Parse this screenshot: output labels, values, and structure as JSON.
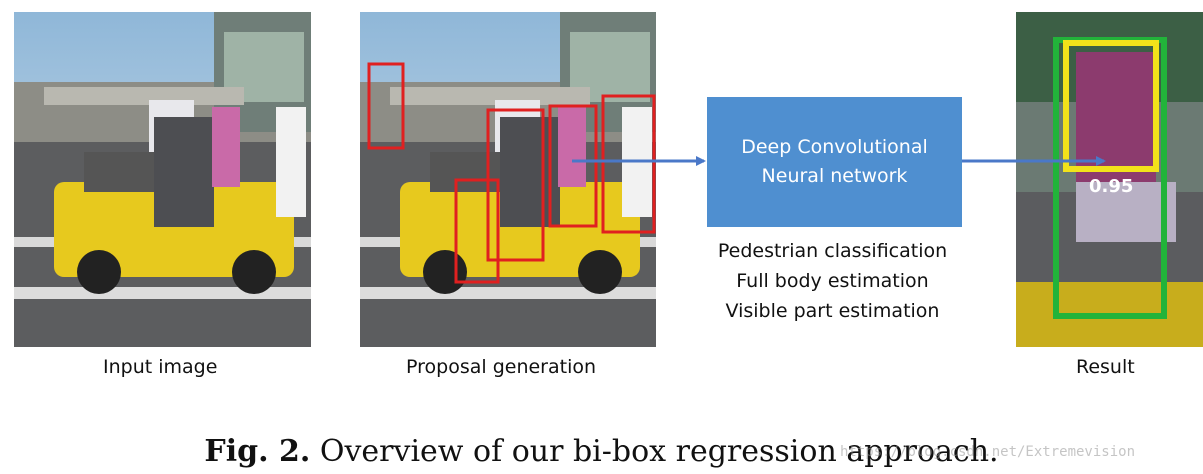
{
  "panels": {
    "input_label": "Input image",
    "proposal_label": "Proposal generation",
    "result_label": "Result"
  },
  "network": {
    "title_line1": "Deep Convolutional",
    "title_line2": "Neural network",
    "tasks": [
      "Pedestrian classification",
      "Full body estimation",
      "Visible part estimation"
    ]
  },
  "result": {
    "score": "0.95"
  },
  "caption": {
    "prefix": "Fig. 2.",
    "text": "Overview of our bi-box regression approach."
  },
  "watermark": "https://blog.csdn.net/Extremevision",
  "colors": {
    "network_box": "#4f8fd0",
    "arrow": "#4a78c8",
    "proposal_box": "#e02020",
    "visible_box": "#f2e21a",
    "full_box": "#22b33a"
  }
}
